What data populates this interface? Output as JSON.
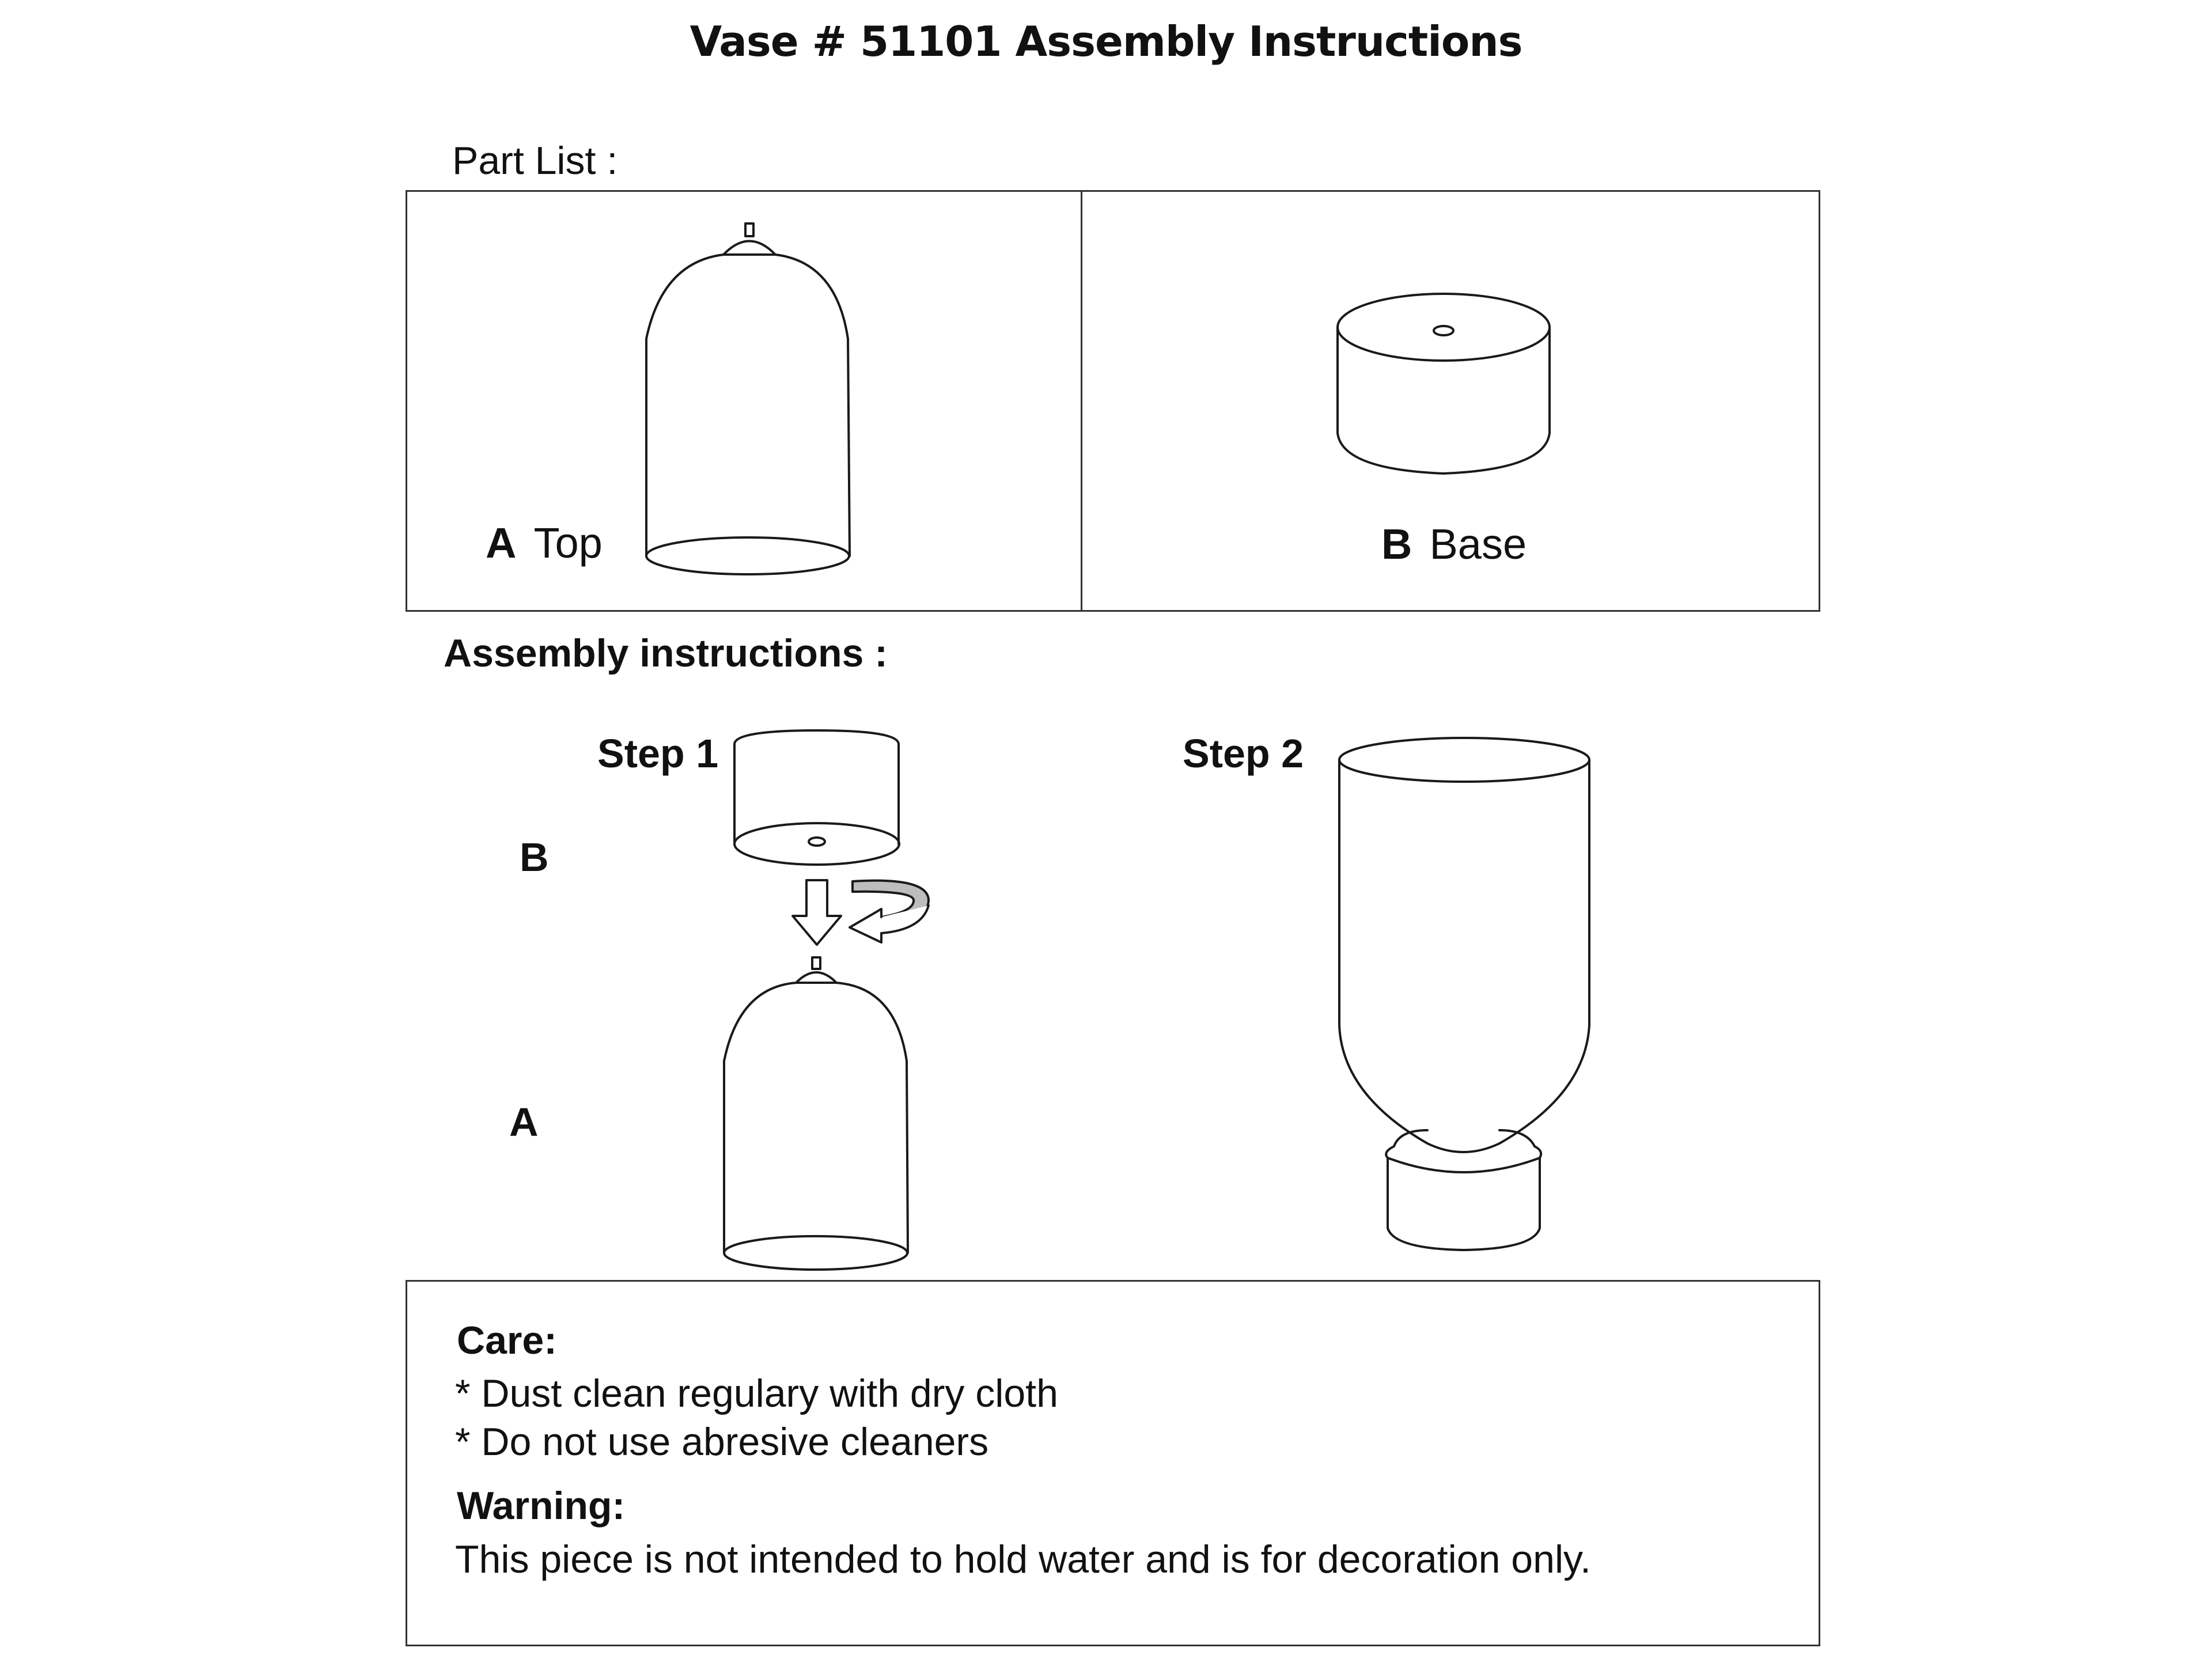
{
  "title": "Vase # 51101 Assembly Instructions",
  "part_list": {
    "heading": "Part List :",
    "parts": [
      {
        "letter": "A",
        "name": "Top",
        "icon": "vase-top-dome-icon"
      },
      {
        "letter": "B",
        "name": "Base",
        "icon": "cylinder-base-icon"
      }
    ]
  },
  "assembly": {
    "heading": "Assembly instructions :",
    "steps": [
      {
        "label": "Step 1",
        "upper_part": "B",
        "lower_part": "A",
        "icons": [
          "inverted-base-icon",
          "down-arrow-icon",
          "rotate-arrow-icon",
          "vase-top-dome-icon"
        ]
      },
      {
        "label": "Step 2",
        "icon": "assembled-vase-icon"
      }
    ]
  },
  "care": {
    "heading": "Care:",
    "items": [
      "* Dust clean regulary with dry cloth",
      "* Do not use abresive cleaners"
    ]
  },
  "warning": {
    "heading": "Warning:",
    "text": "This piece is not intended to hold water and is for decoration only."
  },
  "colors": {
    "ink": "#111111",
    "border": "#333333",
    "arrow_fill": "#bdbdbd"
  }
}
